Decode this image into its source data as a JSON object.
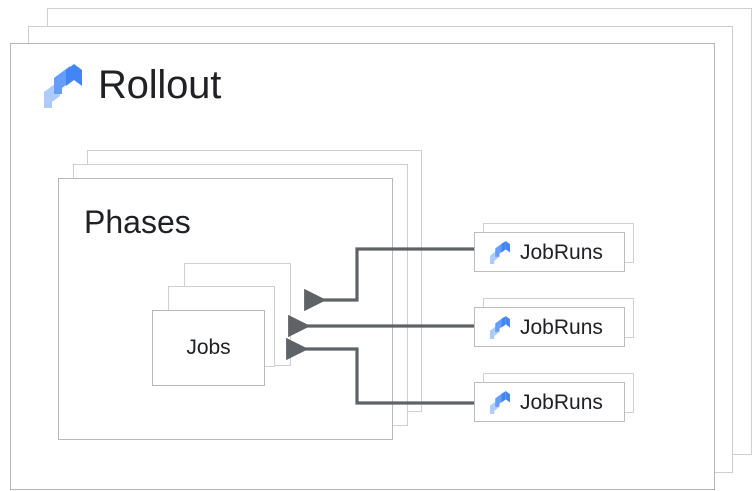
{
  "diagram": {
    "title": "Rollout",
    "logo_icon": "rollout-logo-icon",
    "colors": {
      "logo_dark_blue": "#4285f4",
      "logo_mid_blue": "#669df6",
      "logo_light_blue": "#aecbfa",
      "frame_border": "#bdbdbd",
      "frame_border_light": "#cfcfcf",
      "text": "#202124",
      "arrow": "#5f6368",
      "background": "#ffffff"
    }
  },
  "rollout": {
    "label": "Rollout",
    "stack_count": 3
  },
  "phases": {
    "label": "Phases",
    "stack_count": 3
  },
  "jobs": {
    "label": "Jobs",
    "stack_count": 3
  },
  "jobruns": [
    {
      "label": "JobRuns",
      "icon": "jobrun-logo-icon"
    },
    {
      "label": "JobRuns",
      "icon": "jobrun-logo-icon"
    },
    {
      "label": "JobRuns",
      "icon": "jobrun-logo-icon"
    }
  ],
  "connectors": [
    {
      "from": "jobruns-1",
      "to": "jobs",
      "style": "elbow-arrow"
    },
    {
      "from": "jobruns-2",
      "to": "jobs",
      "style": "straight-arrow"
    },
    {
      "from": "jobruns-3",
      "to": "jobs",
      "style": "elbow-arrow"
    }
  ]
}
